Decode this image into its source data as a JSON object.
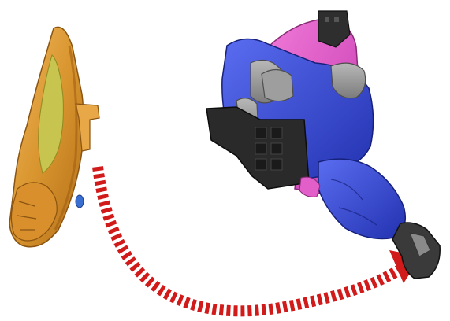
{
  "scene": {
    "type": "assembly-instruction-illustration",
    "background": "#ffffff",
    "parts": [
      {
        "name": "orange-armor-part",
        "colors": [
          "#e0a040",
          "#c98a2a",
          "#b3701c",
          "#bfc04a",
          "#3a6fd0"
        ]
      },
      {
        "name": "robot-figure-torso",
        "colors": [
          "#2f3fc8",
          "#4b5be0",
          "#e05cc8",
          "#9a9a9a",
          "#2a2a2a"
        ]
      }
    ],
    "arrow": {
      "style": "dashed-curved",
      "color": "#d11a1a",
      "direction": "left-to-right"
    }
  }
}
